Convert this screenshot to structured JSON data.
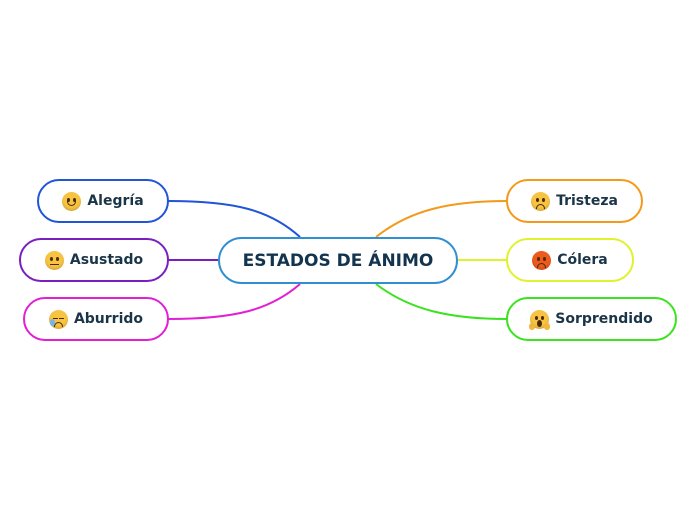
{
  "central": {
    "label": "ESTADOS DE ÁNIMO",
    "color": "#2f8fd0"
  },
  "topics": [
    {
      "id": "alegria",
      "label": "Alegría",
      "color": "#1f55d6",
      "icon": "smiling-face-icon",
      "face": "#f7c342"
    },
    {
      "id": "asustado",
      "label": "Asustado",
      "color": "#7a1fbf",
      "icon": "worried-face-icon",
      "face": "#f7c342"
    },
    {
      "id": "aburrido",
      "label": "Aburrido",
      "color": "#e21fd3",
      "icon": "sleepy-face-icon",
      "face": "#f7c342"
    },
    {
      "id": "tristeza",
      "label": "Tristeza",
      "color": "#f39a1b",
      "icon": "frowning-face-icon",
      "face": "#f7c342"
    },
    {
      "id": "colera",
      "label": "Cólera",
      "color": "#dff22b",
      "icon": "angry-face-icon",
      "face": "#ee5a1c"
    },
    {
      "id": "sorprendido",
      "label": "Sorprendido",
      "color": "#3be31f",
      "icon": "screaming-face-icon",
      "face": "#f7c342"
    }
  ]
}
